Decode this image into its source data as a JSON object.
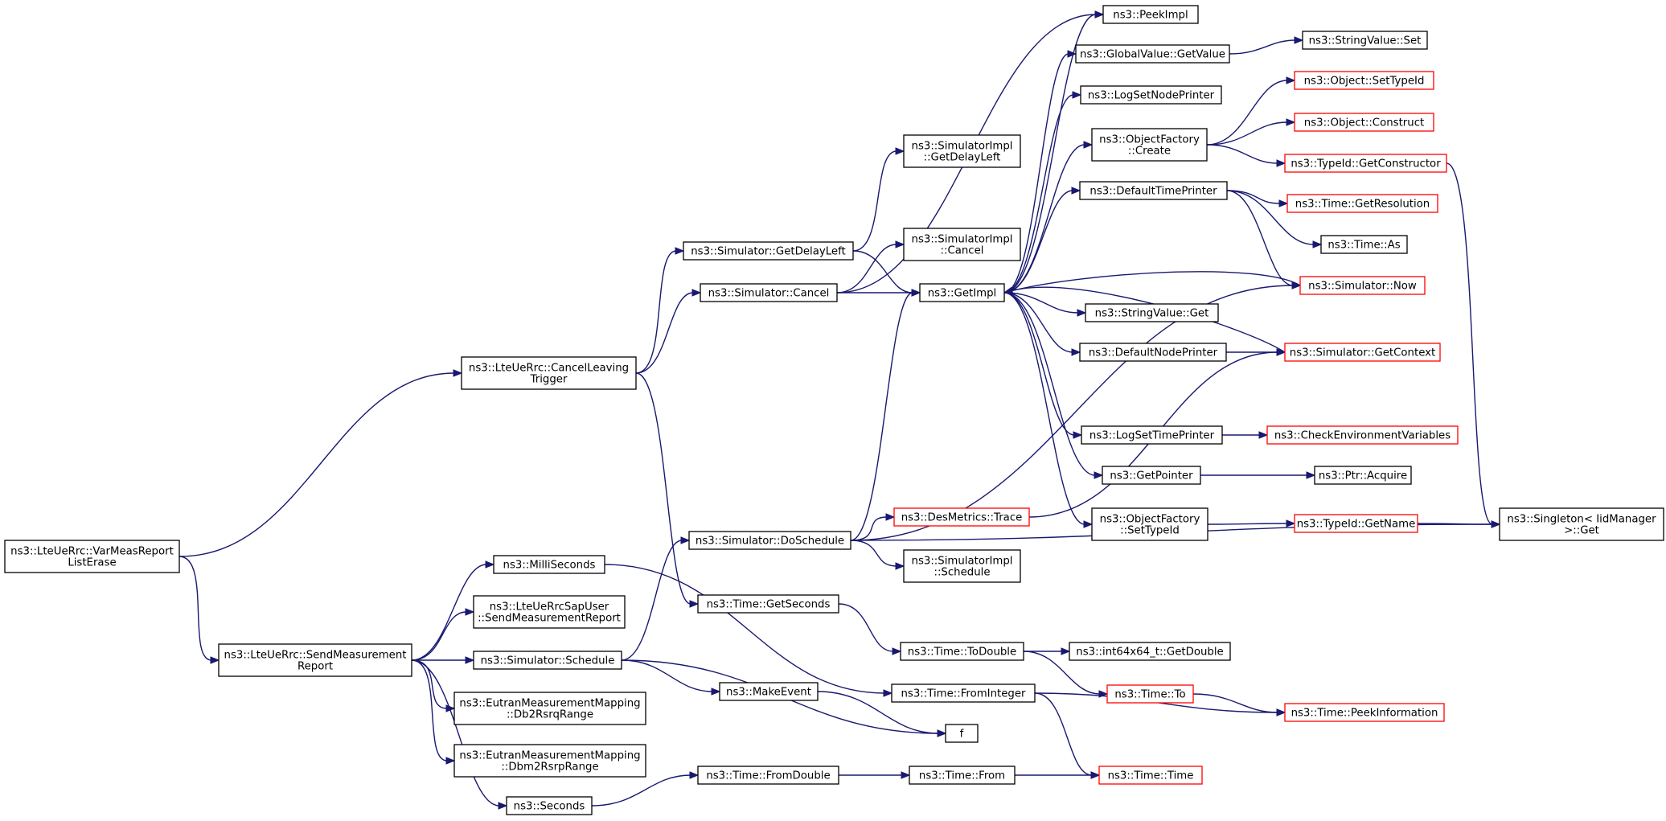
{
  "colors": {
    "edge": "#191970",
    "node_border_normal": "#000000",
    "node_border_truncated": "#ff0000",
    "node_fill_root": "#bfbfbf",
    "node_fill": "#ffffff"
  },
  "nodes": [
    {
      "id": "root",
      "lines": [
        "ns3::LteUeRrc::VarMeasReport",
        "ListErase"
      ],
      "style": "root"
    },
    {
      "id": "cancelLeaving",
      "lines": [
        "ns3::LteUeRrc::CancelLeaving",
        "Trigger"
      ],
      "style": "normal"
    },
    {
      "id": "sendMeas",
      "lines": [
        "ns3::LteUeRrc::SendMeasurement",
        "Report"
      ],
      "style": "normal"
    },
    {
      "id": "getDelayLeft",
      "lines": [
        "ns3::Simulator::GetDelayLeft"
      ],
      "style": "normal"
    },
    {
      "id": "simCancel",
      "lines": [
        "ns3::Simulator::Cancel"
      ],
      "style": "normal"
    },
    {
      "id": "timeGetSeconds",
      "lines": [
        "ns3::Time::GetSeconds"
      ],
      "style": "normal"
    },
    {
      "id": "implGetDelayLeft",
      "lines": [
        "ns3::SimulatorImpl",
        "::GetDelayLeft"
      ],
      "style": "normal"
    },
    {
      "id": "implCancel",
      "lines": [
        "ns3::SimulatorImpl",
        "::Cancel"
      ],
      "style": "normal"
    },
    {
      "id": "getImpl",
      "lines": [
        "ns3::GetImpl"
      ],
      "style": "normal"
    },
    {
      "id": "peekImpl",
      "lines": [
        "ns3::PeekImpl"
      ],
      "style": "normal"
    },
    {
      "id": "globalGetValue",
      "lines": [
        "ns3::GlobalValue::GetValue"
      ],
      "style": "normal"
    },
    {
      "id": "stringValueSet",
      "lines": [
        "ns3::StringValue::Set"
      ],
      "style": "normal"
    },
    {
      "id": "logSetNodePrinter",
      "lines": [
        "ns3::LogSetNodePrinter"
      ],
      "style": "normal"
    },
    {
      "id": "objFactoryCreate",
      "lines": [
        "ns3::ObjectFactory",
        "::Create"
      ],
      "style": "normal"
    },
    {
      "id": "objSetTypeId",
      "lines": [
        "ns3::Object::SetTypeId"
      ],
      "style": "truncated"
    },
    {
      "id": "objConstruct",
      "lines": [
        "ns3::Object::Construct"
      ],
      "style": "truncated"
    },
    {
      "id": "typeIdGetConstructor",
      "lines": [
        "ns3::TypeId::GetConstructor"
      ],
      "style": "truncated"
    },
    {
      "id": "defaultTimePrinter",
      "lines": [
        "ns3::DefaultTimePrinter"
      ],
      "style": "normal"
    },
    {
      "id": "timeGetResolution",
      "lines": [
        "ns3::Time::GetResolution"
      ],
      "style": "truncated"
    },
    {
      "id": "timeAs",
      "lines": [
        "ns3::Time::As"
      ],
      "style": "normal"
    },
    {
      "id": "simulatorNow",
      "lines": [
        "ns3::Simulator::Now"
      ],
      "style": "truncated"
    },
    {
      "id": "stringValueGet",
      "lines": [
        "ns3::StringValue::Get"
      ],
      "style": "normal"
    },
    {
      "id": "defaultNodePrinter",
      "lines": [
        "ns3::DefaultNodePrinter"
      ],
      "style": "normal"
    },
    {
      "id": "simGetContext",
      "lines": [
        "ns3::Simulator::GetContext"
      ],
      "style": "truncated"
    },
    {
      "id": "logSetTimePrinter",
      "lines": [
        "ns3::LogSetTimePrinter"
      ],
      "style": "normal"
    },
    {
      "id": "checkEnvVars",
      "lines": [
        "ns3::CheckEnvironmentVariables"
      ],
      "style": "truncated"
    },
    {
      "id": "getPointer",
      "lines": [
        "ns3::GetPointer"
      ],
      "style": "normal"
    },
    {
      "id": "ptrAcquire",
      "lines": [
        "ns3::Ptr::Acquire"
      ],
      "style": "normal"
    },
    {
      "id": "objFactorySetTypeId",
      "lines": [
        "ns3::ObjectFactory",
        "::SetTypeId"
      ],
      "style": "normal"
    },
    {
      "id": "typeIdGetName",
      "lines": [
        "ns3::TypeId::GetName"
      ],
      "style": "truncated"
    },
    {
      "id": "singletonGet",
      "lines": [
        "ns3::Singleton< IidManager",
        ">::Get"
      ],
      "style": "normal"
    },
    {
      "id": "doSchedule",
      "lines": [
        "ns3::Simulator::DoSchedule"
      ],
      "style": "normal"
    },
    {
      "id": "desMetricsTrace",
      "lines": [
        "ns3::DesMetrics::Trace"
      ],
      "style": "truncated"
    },
    {
      "id": "implSchedule",
      "lines": [
        "ns3::SimulatorImpl",
        "::Schedule"
      ],
      "style": "normal"
    },
    {
      "id": "milliSeconds",
      "lines": [
        "ns3::MilliSeconds"
      ],
      "style": "normal"
    },
    {
      "id": "sapUserSend",
      "lines": [
        "ns3::LteUeRrcSapUser",
        "::SendMeasurementReport"
      ],
      "style": "normal"
    },
    {
      "id": "simSchedule",
      "lines": [
        "ns3::Simulator::Schedule"
      ],
      "style": "normal"
    },
    {
      "id": "eutranRsrq",
      "lines": [
        "ns3::EutranMeasurementMapping",
        "::Db2RsrqRange"
      ],
      "style": "normal"
    },
    {
      "id": "eutranRsrp",
      "lines": [
        "ns3::EutranMeasurementMapping",
        "::Dbm2RsrpRange"
      ],
      "style": "normal"
    },
    {
      "id": "seconds",
      "lines": [
        "ns3::Seconds"
      ],
      "style": "normal"
    },
    {
      "id": "timeToDouble",
      "lines": [
        "ns3::Time::ToDouble"
      ],
      "style": "normal"
    },
    {
      "id": "int64GetDouble",
      "lines": [
        "ns3::int64x64_t::GetDouble"
      ],
      "style": "normal"
    },
    {
      "id": "timeTo",
      "lines": [
        "ns3::Time::To"
      ],
      "style": "truncated"
    },
    {
      "id": "timeFromInteger",
      "lines": [
        "ns3::Time::FromInteger"
      ],
      "style": "normal"
    },
    {
      "id": "timePeekInformation",
      "lines": [
        "ns3::Time::PeekInformation"
      ],
      "style": "truncated"
    },
    {
      "id": "makeEvent",
      "lines": [
        "ns3::MakeEvent"
      ],
      "style": "normal"
    },
    {
      "id": "f",
      "lines": [
        "f"
      ],
      "style": "normal"
    },
    {
      "id": "timeFromDouble",
      "lines": [
        "ns3::Time::FromDouble"
      ],
      "style": "normal"
    },
    {
      "id": "timeFrom",
      "lines": [
        "ns3::Time::From"
      ],
      "style": "normal"
    },
    {
      "id": "timeTime",
      "lines": [
        "ns3::Time::Time"
      ],
      "style": "truncated"
    }
  ],
  "edges": [
    {
      "from": "root",
      "to": "cancelLeaving"
    },
    {
      "from": "root",
      "to": "sendMeas"
    },
    {
      "from": "cancelLeaving",
      "to": "getDelayLeft"
    },
    {
      "from": "cancelLeaving",
      "to": "simCancel"
    },
    {
      "from": "cancelLeaving",
      "to": "timeGetSeconds"
    },
    {
      "from": "getDelayLeft",
      "to": "implGetDelayLeft"
    },
    {
      "from": "getDelayLeft",
      "to": "getImpl"
    },
    {
      "from": "simCancel",
      "to": "implCancel"
    },
    {
      "from": "simCancel",
      "to": "getImpl"
    },
    {
      "from": "simCancel",
      "to": "peekImpl"
    },
    {
      "from": "getImpl",
      "to": "peekImpl"
    },
    {
      "from": "getImpl",
      "to": "globalGetValue"
    },
    {
      "from": "getImpl",
      "to": "logSetNodePrinter"
    },
    {
      "from": "getImpl",
      "to": "objFactoryCreate"
    },
    {
      "from": "getImpl",
      "to": "defaultTimePrinter"
    },
    {
      "from": "getImpl",
      "to": "stringValueGet"
    },
    {
      "from": "getImpl",
      "to": "defaultNodePrinter"
    },
    {
      "from": "getImpl",
      "to": "logSetTimePrinter"
    },
    {
      "from": "getImpl",
      "to": "getPointer"
    },
    {
      "from": "getImpl",
      "to": "objFactorySetTypeId"
    },
    {
      "from": "globalGetValue",
      "to": "stringValueSet"
    },
    {
      "from": "objFactoryCreate",
      "to": "objSetTypeId"
    },
    {
      "from": "objFactoryCreate",
      "to": "objConstruct"
    },
    {
      "from": "objFactoryCreate",
      "to": "typeIdGetConstructor"
    },
    {
      "from": "typeIdGetConstructor",
      "to": "singletonGet"
    },
    {
      "from": "defaultTimePrinter",
      "to": "timeGetResolution"
    },
    {
      "from": "defaultTimePrinter",
      "to": "timeAs"
    },
    {
      "from": "defaultTimePrinter",
      "to": "simulatorNow"
    },
    {
      "from": "simulatorNow",
      "to": "getImpl"
    },
    {
      "from": "defaultNodePrinter",
      "to": "simGetContext"
    },
    {
      "from": "simGetContext",
      "to": "getImpl"
    },
    {
      "from": "logSetTimePrinter",
      "to": "checkEnvVars"
    },
    {
      "from": "getPointer",
      "to": "ptrAcquire"
    },
    {
      "from": "objFactorySetTypeId",
      "to": "typeIdGetName"
    },
    {
      "from": "typeIdGetName",
      "to": "singletonGet"
    },
    {
      "from": "sendMeas",
      "to": "milliSeconds"
    },
    {
      "from": "sendMeas",
      "to": "sapUserSend"
    },
    {
      "from": "sendMeas",
      "to": "simSchedule"
    },
    {
      "from": "sendMeas",
      "to": "eutranRsrq"
    },
    {
      "from": "sendMeas",
      "to": "eutranRsrp"
    },
    {
      "from": "sendMeas",
      "to": "seconds"
    },
    {
      "from": "milliSeconds",
      "to": "timeFromInteger"
    },
    {
      "from": "simSchedule",
      "to": "doSchedule"
    },
    {
      "from": "simSchedule",
      "to": "makeEvent"
    },
    {
      "from": "simSchedule",
      "to": "f"
    },
    {
      "from": "makeEvent",
      "to": "f"
    },
    {
      "from": "doSchedule",
      "to": "getImpl"
    },
    {
      "from": "doSchedule",
      "to": "simulatorNow"
    },
    {
      "from": "doSchedule",
      "to": "desMetricsTrace"
    },
    {
      "from": "doSchedule",
      "to": "implSchedule"
    },
    {
      "from": "doSchedule",
      "to": "singletonGet"
    },
    {
      "from": "desMetricsTrace",
      "to": "simGetContext"
    },
    {
      "from": "timeGetSeconds",
      "to": "timeToDouble"
    },
    {
      "from": "timeToDouble",
      "to": "int64GetDouble"
    },
    {
      "from": "timeToDouble",
      "to": "timeTo"
    },
    {
      "from": "timeTo",
      "to": "timePeekInformation"
    },
    {
      "from": "timeFromInteger",
      "to": "timePeekInformation"
    },
    {
      "from": "timeFromInteger",
      "to": "timeTime"
    },
    {
      "from": "seconds",
      "to": "timeFromDouble"
    },
    {
      "from": "timeFromDouble",
      "to": "timeFrom"
    },
    {
      "from": "timeFrom",
      "to": "timeTime"
    }
  ]
}
